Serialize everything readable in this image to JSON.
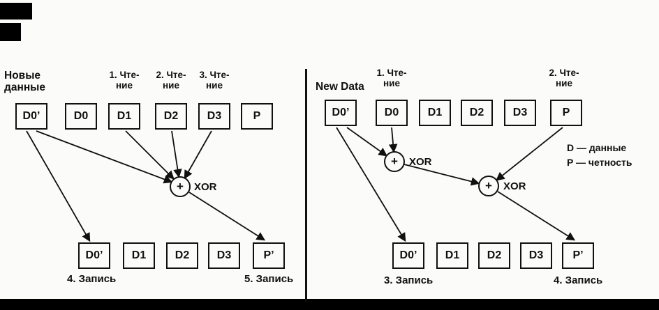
{
  "left": {
    "title": "Новые\nданные",
    "read_labels": [
      "1. Чте-\nние",
      "2. Чте-\nние",
      "3. Чте-\nние"
    ],
    "top_boxes": [
      "D0’",
      "D0",
      "D1",
      "D2",
      "D3",
      "P"
    ],
    "xor": {
      "plus": "+",
      "label": "XOR"
    },
    "bottom_boxes": [
      "D0’",
      "D1",
      "D2",
      "D3",
      "P’"
    ],
    "write_labels": [
      "4. Запись",
      "5. Запись"
    ]
  },
  "right": {
    "title": "New Data",
    "read_labels": [
      "1. Чте-\nние",
      "2. Чте-\nние"
    ],
    "top_boxes": [
      "D0’",
      "D0",
      "D1",
      "D2",
      "D3",
      "P"
    ],
    "xor1": {
      "plus": "+",
      "label": "XOR"
    },
    "xor2": {
      "plus": "+",
      "label": "XOR"
    },
    "legend": "D — данные\nP — четность",
    "bottom_boxes": [
      "D0’",
      "D1",
      "D2",
      "D3",
      "P’"
    ],
    "write_labels": [
      "3. Запись",
      "4. Запись"
    ]
  },
  "colors": {
    "ink": "#101010"
  }
}
